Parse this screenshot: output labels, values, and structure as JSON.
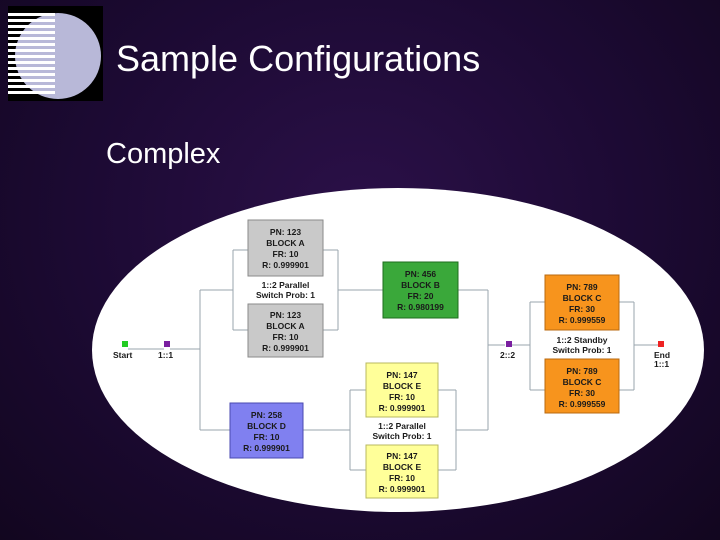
{
  "slide": {
    "title": "Sample Configurations",
    "subtitle": "Complex"
  },
  "colors": {
    "gray_block": "#c9c9c9",
    "green_block": "#3aa83a",
    "orange_block": "#f7941d",
    "yellow_block": "#ffff99",
    "blue_block": "#8080f0",
    "start_node": "#22cc22",
    "end_node": "#ee2222",
    "junction_node": "#7a1fa0"
  },
  "diagram": {
    "blocks": {
      "a_top": [
        "PN: 123",
        "BLOCK A",
        "FR: 10",
        "R: 0.999901"
      ],
      "a_bottom": [
        "PN: 123",
        "BLOCK A",
        "FR: 10",
        "R: 0.999901"
      ],
      "b": [
        "PN: 456",
        "BLOCK B",
        "FR: 20",
        "R: 0.980199"
      ],
      "c_top": [
        "PN: 789",
        "BLOCK C",
        "FR: 30",
        "R: 0.999559"
      ],
      "c_bottom": [
        "PN: 789",
        "BLOCK C",
        "FR: 30",
        "R: 0.999559"
      ],
      "d": [
        "PN: 258",
        "BLOCK D",
        "FR: 10",
        "R: 0.999901"
      ],
      "e_top": [
        "PN: 147",
        "BLOCK E",
        "FR: 10",
        "R: 0.999901"
      ],
      "e_bottom": [
        "PN: 147",
        "BLOCK E",
        "FR: 10",
        "R: 0.999901"
      ]
    },
    "groups": {
      "parallel_a": [
        "1::2 Parallel",
        "Switch Prob: 1"
      ],
      "standby_c": [
        "1::2 Standby",
        "Switch Prob: 1"
      ],
      "parallel_e": [
        "1::2 Parallel",
        "Switch Prob: 1"
      ]
    },
    "nodes": {
      "start": "Start",
      "split": "1::1",
      "join": "2::2",
      "end": [
        "End",
        "1::1"
      ]
    }
  }
}
